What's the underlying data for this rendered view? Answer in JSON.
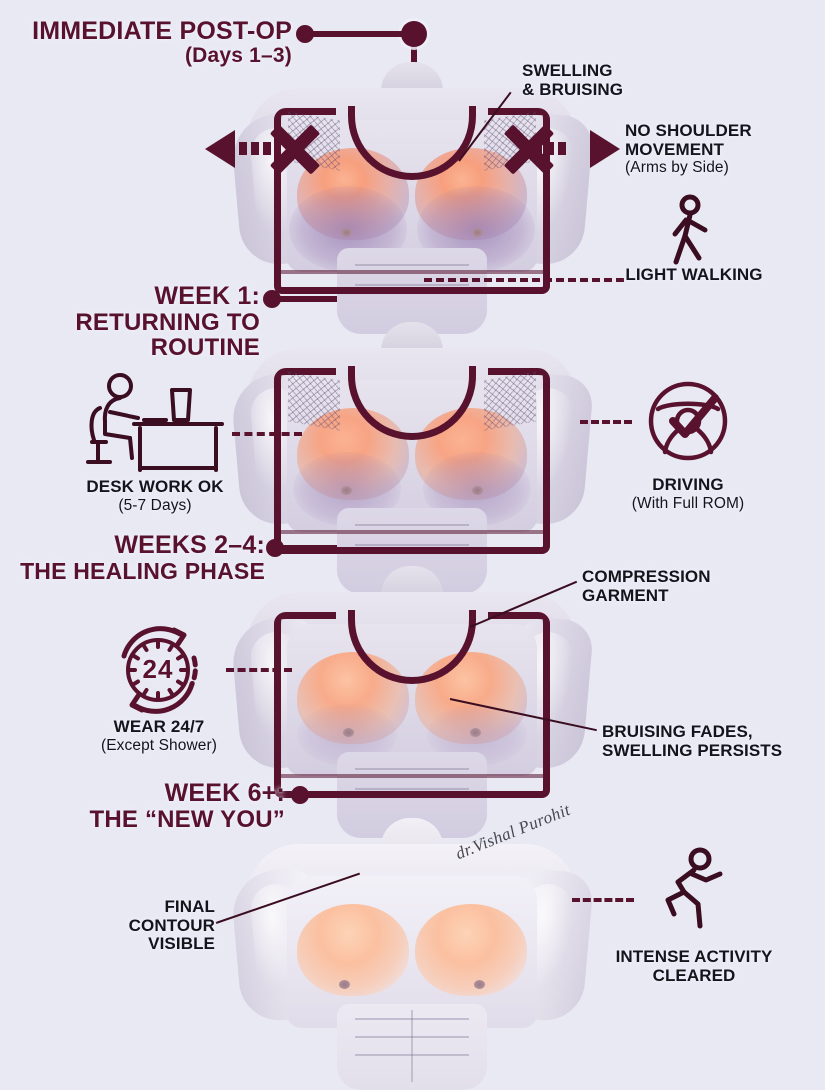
{
  "meta": {
    "background_color": "#e9e9f4",
    "accent_color": "#58122e",
    "label_color": "#14141a",
    "watermark": "dr.Vishal Purohit"
  },
  "sections": [
    {
      "id": "immediate-post-op",
      "title_line1": "IMMEDIATE POST-OP",
      "title_line2": "(Days 1–3)",
      "callouts": [
        {
          "id": "swelling-bruising",
          "line1": "SWELLING",
          "line2": "& BRUISING",
          "sub": ""
        },
        {
          "id": "no-shoulder-movement",
          "line1": "NO SHOULDER",
          "line2": "MOVEMENT",
          "sub": "(Arms by Side)"
        },
        {
          "id": "light-walking",
          "line1": "LIGHT WALKING",
          "line2": "",
          "sub": "",
          "icon": "walking-person-icon"
        }
      ]
    },
    {
      "id": "week-1",
      "title_line1": "WEEK 1:",
      "title_line2": "RETURNING TO ROUTINE",
      "callouts": [
        {
          "id": "desk-work-ok",
          "line1": "DESK WORK OK",
          "sub": "(5-7 Days)",
          "icon": "desk-work-icon"
        },
        {
          "id": "driving",
          "line1": "DRIVING",
          "sub": "(With Full ROM)",
          "icon": "steering-wheel-check-icon"
        }
      ]
    },
    {
      "id": "weeks-2-4",
      "title_line1": "WEEKS 2–4:",
      "title_line2": "THE HEALING PHASE",
      "callouts": [
        {
          "id": "compression-garment",
          "line1": "COMPRESSION",
          "line2": "GARMENT",
          "sub": ""
        },
        {
          "id": "bruising-fades",
          "line1": "BRUISING FADES,",
          "line2": "SWELLING PERSISTS",
          "sub": ""
        },
        {
          "id": "wear-24-7",
          "line1": "WEAR 24/7",
          "sub": "(Except Shower)",
          "icon": "clock-24-cycle-icon",
          "badge": "24"
        }
      ]
    },
    {
      "id": "week-6-plus",
      "title_line1": "WEEK 6+:",
      "title_line2": "THE “NEW YOU”",
      "callouts": [
        {
          "id": "final-contour",
          "line1": "FINAL",
          "line2": "CONTOUR",
          "line3": "VISIBLE",
          "sub": ""
        },
        {
          "id": "intense-activity",
          "line1": "INTENSE ACTIVITY",
          "line2": "CLEARED",
          "sub": "",
          "icon": "running-person-icon"
        }
      ]
    }
  ]
}
